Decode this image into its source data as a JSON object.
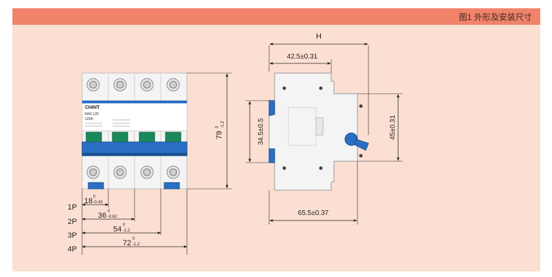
{
  "header": {
    "title": "图1   外形及安装尺寸"
  },
  "front_view": {
    "brand_logo": "CHINT",
    "model_label": "NH2-125",
    "rating_label": "125A",
    "height_dim": {
      "base": "79",
      "upper_tol": "0",
      "lower_tol": "-1.2"
    },
    "width_dims": [
      {
        "pole": "1P",
        "base": "18",
        "upper_tol": "0",
        "lower_tol": "-0.43"
      },
      {
        "pole": "2P",
        "base": "36",
        "upper_tol": "0",
        "lower_tol": "-0.62"
      },
      {
        "pole": "3P",
        "base": "54",
        "upper_tol": "0",
        "lower_tol": "-1.2"
      },
      {
        "pole": "4P",
        "base": "72",
        "upper_tol": "0",
        "lower_tol": "-1.2"
      }
    ]
  },
  "side_view": {
    "total_label": "H",
    "depth_top": "42.5±0.31",
    "depth_bottom": "65.5±0.37",
    "left_height": "34.5±0.5",
    "right_height": "45±0.31"
  },
  "colors": {
    "header": "#f0836a",
    "panel": "#fbdfd2",
    "handle_blue": "#2a6fc4",
    "terminal_green": "#1a8a5a"
  }
}
